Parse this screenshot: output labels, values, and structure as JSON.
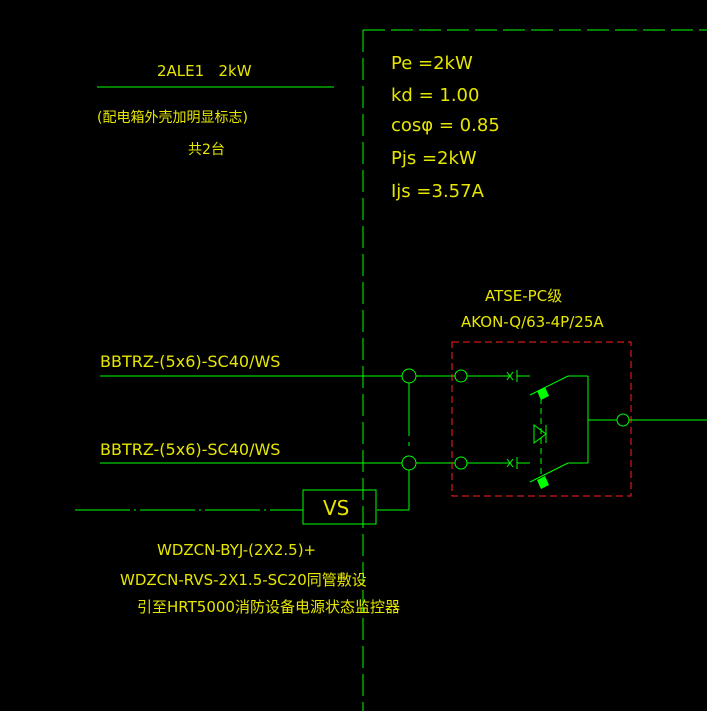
{
  "colors": {
    "background": "#000000",
    "text_yellow": "#e6e600",
    "line_green": "#00ff00",
    "dashed_red": "#ff2020"
  },
  "panel": {
    "name": "2ALE1   2kW",
    "note": "(配电箱外壳加明显标志)",
    "count": "共2台"
  },
  "load_params": {
    "pe": "Pe =2kW",
    "kd": "kd = 1.00",
    "cos": "cosφ = 0.85",
    "pjs": "Pjs =2kW",
    "ijs": "Ijs =3.57A"
  },
  "atse": {
    "type": "ATSE-PC级",
    "model": "AKON-Q/63-4P/25A"
  },
  "feeders": {
    "upper_cable": "BBTRZ-(5x6)-SC40/WS",
    "lower_cable": "BBTRZ-(5x6)-SC40/WS"
  },
  "monitor": {
    "vs_label": "VS",
    "cable_line1": "WDZCN-BYJ-(2X2.5)+",
    "cable_line2": "WDZCN-RVS-2X1.5-SC20同管敷设",
    "cable_line3": "引至HRT5000消防设备电源状态监控器"
  }
}
